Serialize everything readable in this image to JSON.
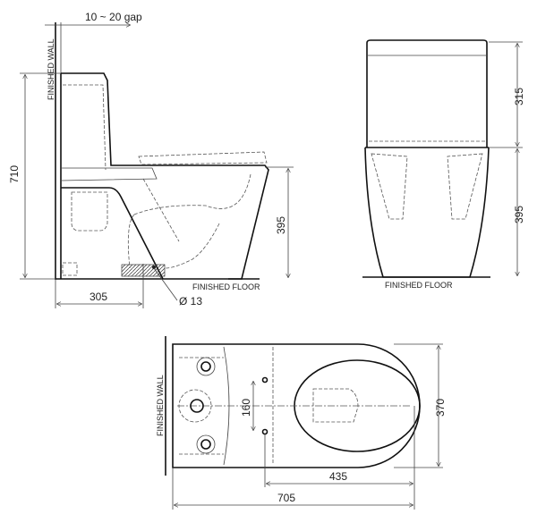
{
  "side_view": {
    "gap_label": "10 ~ 20 gap",
    "wall_label": "FINISHED WALL",
    "floor_label": "FINISHED FLOOR",
    "height_total": "710",
    "seat_height": "395",
    "rough_in": "305",
    "inlet_diameter": "Ø 13"
  },
  "front_view": {
    "tank_height": "315",
    "seat_height": "395",
    "floor_label": "FINISHED FLOOR"
  },
  "top_view": {
    "wall_label": "FINISHED WALL",
    "width": "370",
    "bolt_spacing": "160",
    "bolt_to_front": "435",
    "length": "705"
  }
}
